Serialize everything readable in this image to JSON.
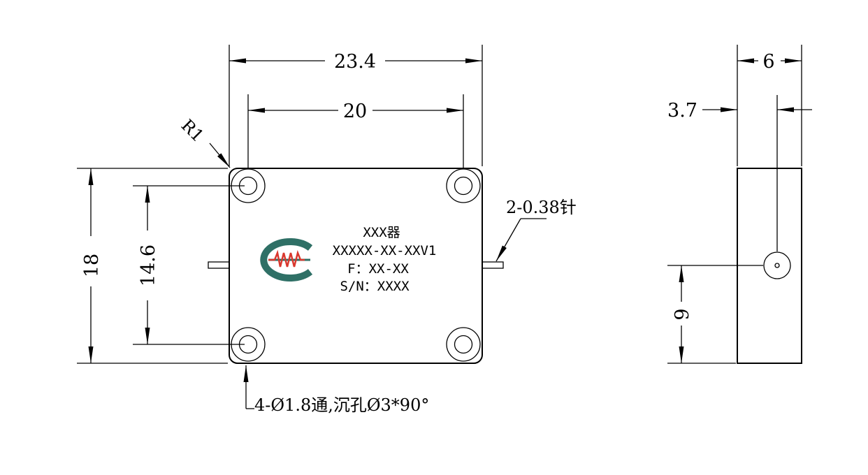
{
  "dimensions": {
    "overall_width": "23.4",
    "hole_spacing_x": "20",
    "corner_radius": "R1",
    "overall_height": "18",
    "hole_spacing_y": "14.6",
    "pins": "2-0.38针",
    "mount_holes": "4-Ø1.8通,沉孔Ø3*90°",
    "side_thickness": "6",
    "pin_offset": "3.7",
    "pin_height": "9"
  },
  "label": {
    "name": "XXX器",
    "model": "XXXXX-XX-XXV1",
    "freq": "F：XX-XX",
    "serial": "S/N：XXXX"
  },
  "colors": {
    "line": "#000000",
    "logo_ring": "#2f7066",
    "logo_wave": "#d9382e"
  }
}
